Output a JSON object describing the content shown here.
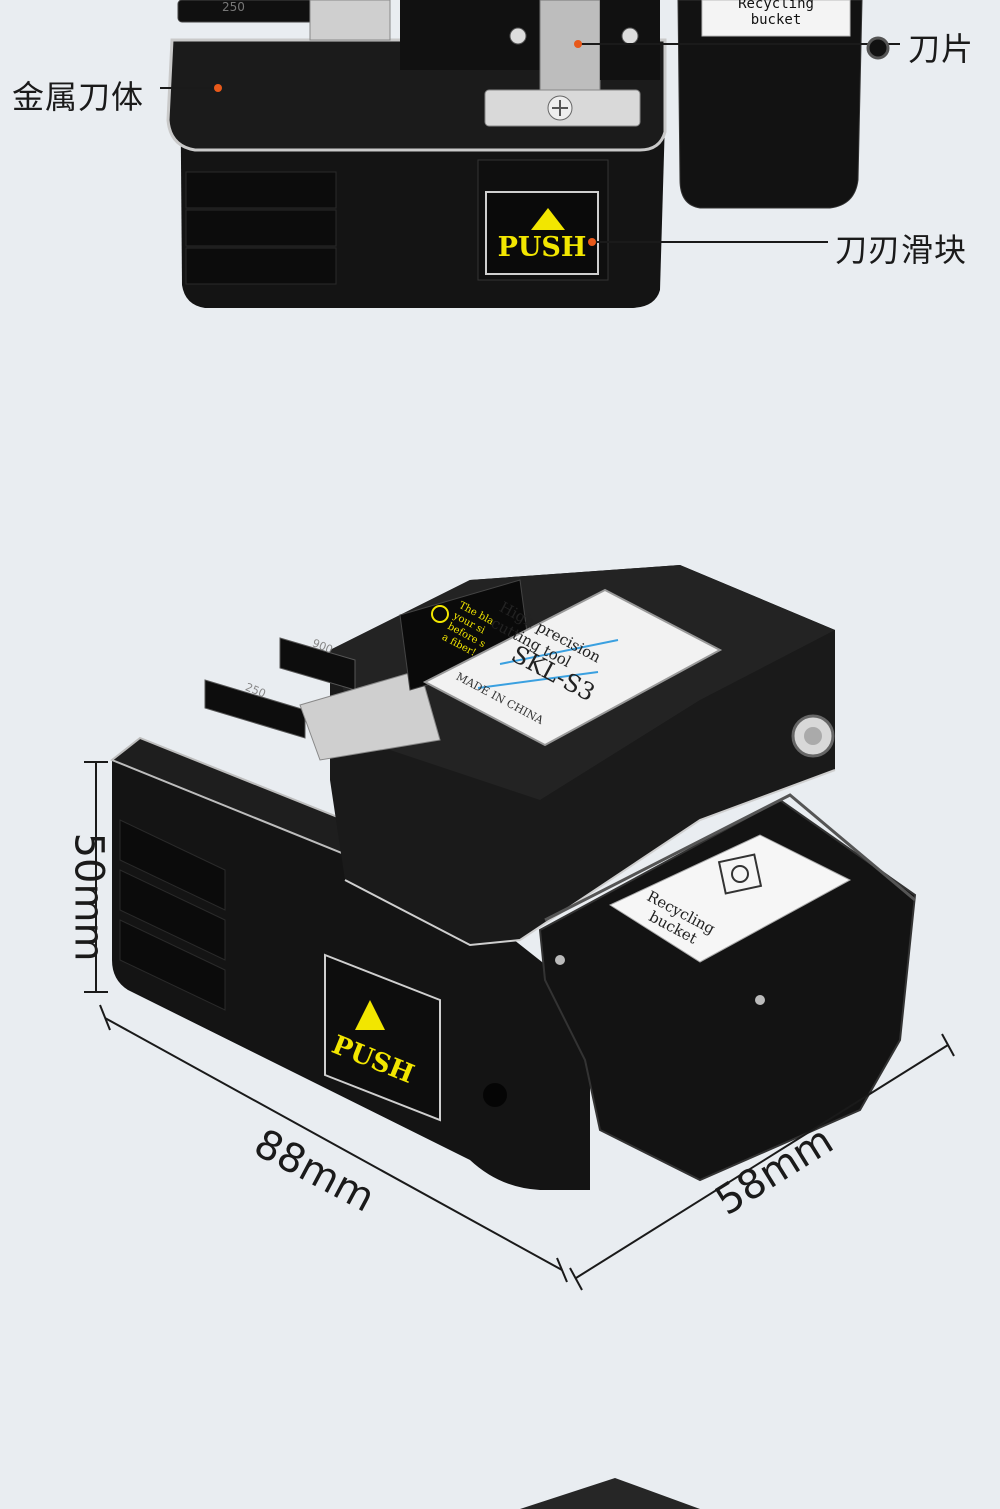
{
  "colors": {
    "background": "#e9edf1",
    "leader_line": "#e8591a",
    "device_body": "#141414",
    "push_text": "#f2e600"
  },
  "top_panel": {
    "callouts": {
      "blade": "刀片",
      "metal_body": "金属刀体",
      "blade_slider": "刀刃滑块"
    },
    "push_label": "PUSH",
    "bucket_label_line1": "Recycling",
    "bucket_label_line2": "bucket",
    "tray_number": "250"
  },
  "bottom_panel": {
    "dimensions": {
      "height": "50mm",
      "length": "88mm",
      "width": "58mm"
    },
    "nameplate": {
      "line1": "High precision",
      "line2": "cutting tool",
      "model": "SKL-S3",
      "origin": "MADE IN CHINA"
    },
    "warning_lines": [
      "The bla",
      "your si",
      "before s",
      "a fiber!"
    ],
    "tray_numbers": [
      "900",
      "250"
    ],
    "push_label": "PUSH",
    "bucket_label_line1": "Recycling",
    "bucket_label_line2": "bucket"
  }
}
